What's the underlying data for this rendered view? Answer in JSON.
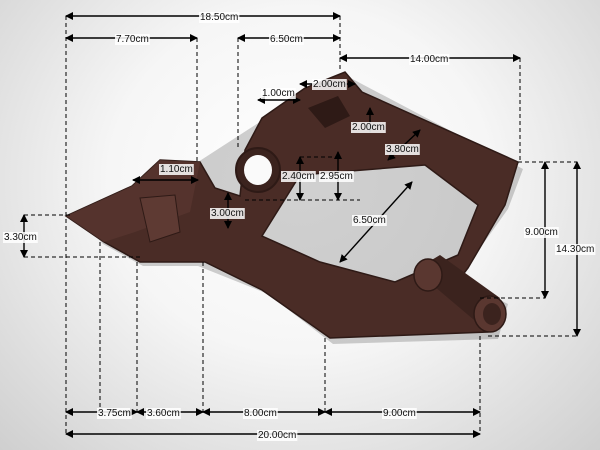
{
  "dimensions": {
    "overall_top_width": "18.50cm",
    "left_top_width": "7.70cm",
    "arm_top_width": "6.50cm",
    "arm_right_offset": "14.00cm",
    "slot_width_top": "2.00cm",
    "lip_width": "1.00cm",
    "slot_depth_top": "2.00cm",
    "rail_width": "3.80cm",
    "tab_width": "1.10cm",
    "tab_depth": "3.00cm",
    "ring_height": "2.40cm",
    "ring_height_outer": "2.95cm",
    "opening_diagonal": "6.50cm",
    "right_height": "9.00cm",
    "total_height": "14.30cm",
    "left_height": "3.30cm",
    "bottom_seg_1": "3.75cm",
    "bottom_seg_2": "3.60cm",
    "bottom_seg_3": "8.00cm",
    "bottom_seg_4": "9.00cm",
    "overall_bottom_width": "20.00cm"
  },
  "colors": {
    "bracket": "#4a2c26",
    "bracket_dark": "#2e1a16",
    "bracket_light": "#6a4640",
    "dimension_line": "#000000"
  }
}
